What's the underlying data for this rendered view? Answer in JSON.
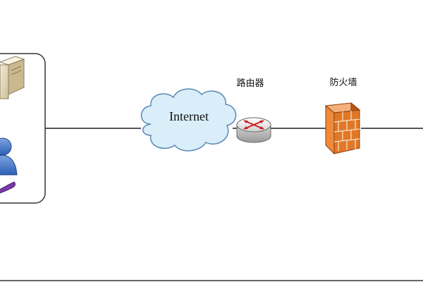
{
  "diagram": {
    "nodes": {
      "internet": {
        "label": "Internet",
        "icon": "cloud-icon",
        "fill": "#d9eef9",
        "stroke": "#5a86b5"
      },
      "router": {
        "label": "路由器",
        "icon": "router-icon"
      },
      "firewall": {
        "label": "防火墙",
        "icon": "firewall-icon",
        "brick_color": "#e07828"
      },
      "local_network_group": {
        "icons": [
          "server-icon",
          "user-icon"
        ]
      }
    },
    "connection_color": "#555555"
  }
}
